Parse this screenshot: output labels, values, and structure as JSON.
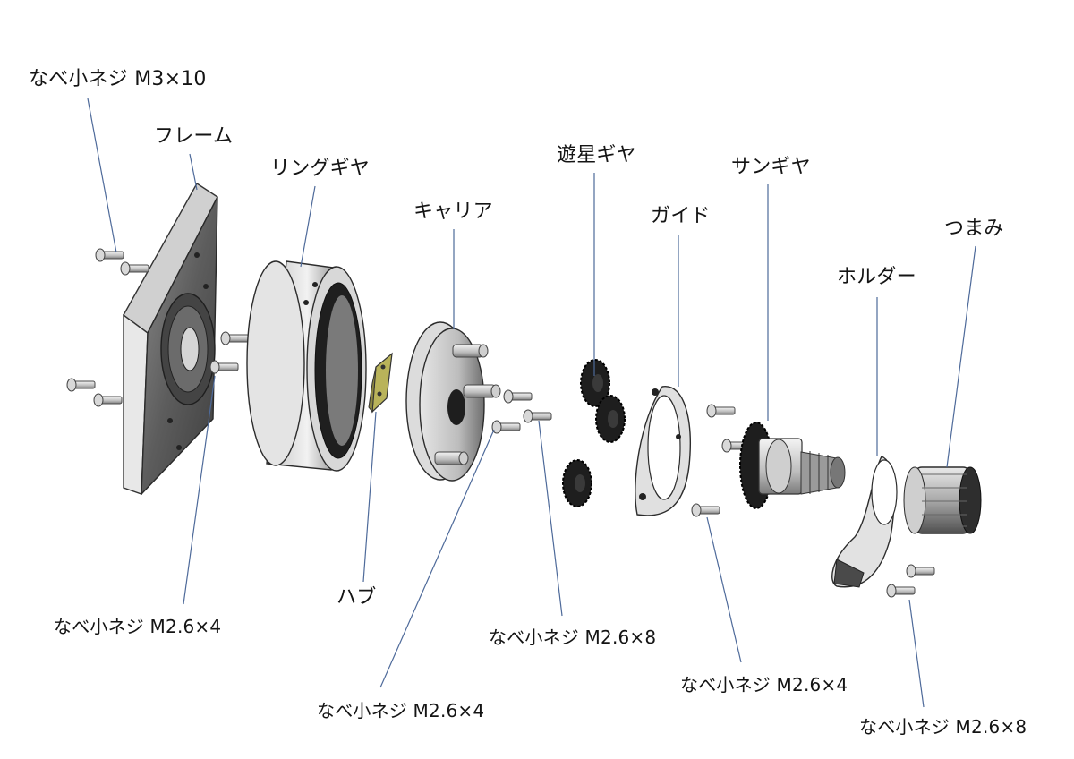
{
  "labels": {
    "screw_m3x10": "なべ小ネジ M3×10",
    "frame": "フレーム",
    "ring_gear": "リングギヤ",
    "carrier": "キャリア",
    "planet_gear": "遊星ギヤ",
    "guide": "ガイド",
    "sun_gear": "サンギヤ",
    "knob": "つまみ",
    "holder": "ホルダー",
    "hub": "ハブ",
    "screw_m26x4_frame": "なべ小ネジ M2.6×4",
    "screw_m26x8_carrier": "なべ小ネジ M2.6×8",
    "screw_m26x4_carrier": "なべ小ネジ M2.6×4",
    "screw_m26x4_guide": "なべ小ネジ M2.6×4",
    "screw_m26x8_holder": "なべ小ネジ M2.6×8"
  },
  "colors": {
    "leader_line": "#4e6a9a",
    "part_light": "#d6d6d6",
    "part_mid": "#9a9a9a",
    "part_dark": "#3a3a3a",
    "gear_black": "#1e1e1e",
    "hub_yellow": "#b9b35a"
  }
}
